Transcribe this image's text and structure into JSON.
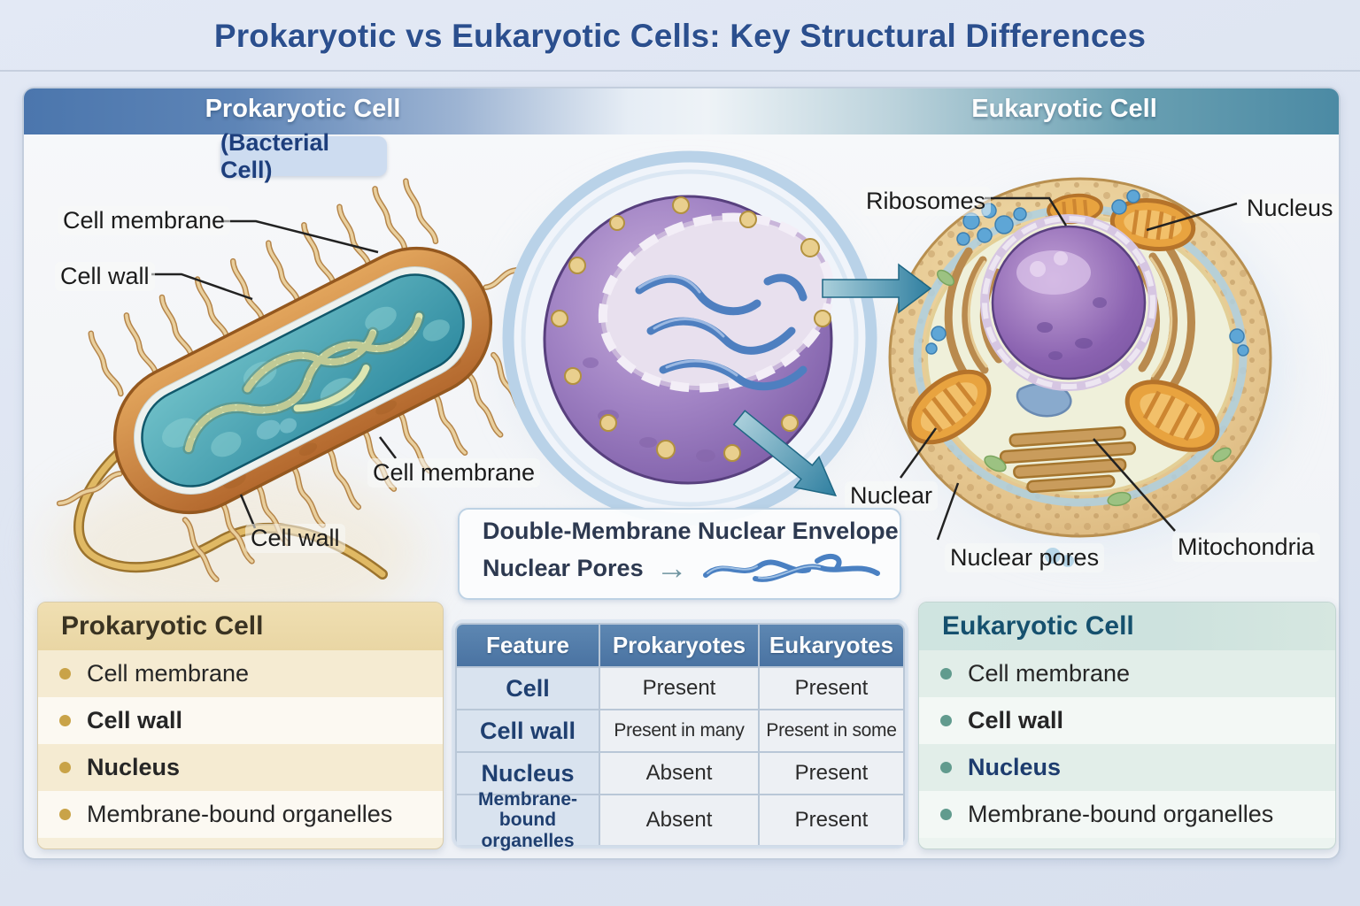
{
  "title": "Prokaryotic vs Eukaryotic Cells: Key Structural Differences",
  "panel_header": {
    "left_label": "Prokaryotic Cell",
    "left_sublabel": "(Bacterial Cell)",
    "right_label": "Eukaryotic Cell"
  },
  "diagram_labels": {
    "prokaryote": {
      "cell_membrane_top": "Cell membrane",
      "cell_wall_top": "Cell wall",
      "cell_membrane_bottom": "Cell membrane",
      "cell_wall_bottom": "Cell wall"
    },
    "eukaryote": {
      "ribosomes": "Ribosomes",
      "nucleus": "Nucleus",
      "nuclear": "Nuclear",
      "nuclear_pores": "Nuclear pores",
      "mitochondria": "Mitochondria"
    }
  },
  "envelope_callout": {
    "title": "Double-Membrane Nuclear Envelope",
    "label": "Nuclear Pores"
  },
  "icons": {
    "nuclear_pores_arrow": "→"
  },
  "prokaryote_summary": {
    "title": "Prokaryotic Cell",
    "items": [
      "Cell membrane",
      "Cell wall",
      "Nucleus",
      "Membrane-bound organelles"
    ]
  },
  "eukaryote_summary": {
    "title": "Eukaryotic Cell",
    "items": [
      "Cell membrane",
      "Cell wall",
      "Nucleus",
      "Membrane-bound organelles"
    ]
  },
  "comparison_table": {
    "headers": [
      "Feature",
      "Prokaryotes",
      "Eukaryotes"
    ],
    "rows": [
      {
        "feature": "Cell",
        "prokaryotes": "Present",
        "eukaryotes": "Present"
      },
      {
        "feature": "Cell wall",
        "prokaryotes": "Present in many",
        "eukaryotes": "Present in some"
      },
      {
        "feature": "Nucleus",
        "prokaryotes": "Absent",
        "eukaryotes": "Present"
      },
      {
        "feature": "Membrane-bound organelles",
        "prokaryotes": "Absent",
        "eukaryotes": "Present"
      }
    ]
  },
  "colors": {
    "title_navy": "#2b4f8e",
    "header_blue": "#4b76ad",
    "header_teal": "#4b8aa4",
    "table_header_blue": "#4f7aa8",
    "prokaryote_accent": "#c9a348",
    "eukaryote_accent": "#619b8e",
    "arrow_teal": "#2f7fa0",
    "bacterium_wall_orange": "#c8803f",
    "bacterium_cytoplasm_teal": "#3f9aa8",
    "nucleus_purple": "#8a66ae",
    "mitochondria_orange": "#e8a33f"
  }
}
